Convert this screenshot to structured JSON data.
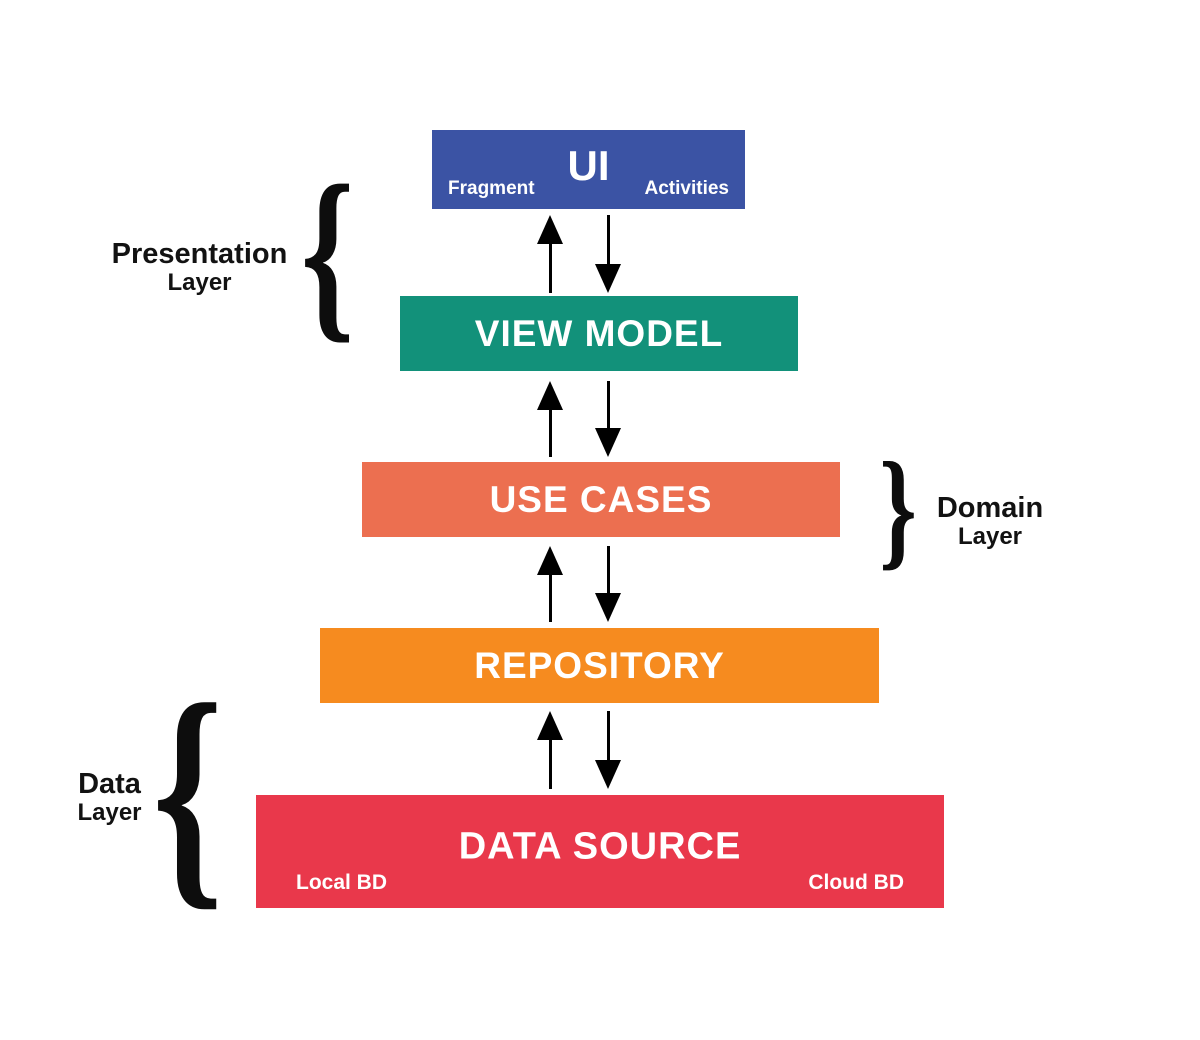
{
  "colors": {
    "ui_box": "#3b53a4",
    "view_model_box": "#12917a",
    "use_cases_box": "#ec6f50",
    "repository_box": "#f68b1f",
    "data_source_box": "#e9384b",
    "text_on_boxes": "#ffffff",
    "annotation_text": "#121212",
    "background": "#ffffff"
  },
  "boxes": [
    {
      "id": "ui",
      "title": "UI",
      "sub_left": "Fragment",
      "sub_right": "Activities",
      "color": "#3b53a4"
    },
    {
      "id": "view-model",
      "title": "VIEW MODEL",
      "color": "#12917a"
    },
    {
      "id": "use-cases",
      "title": "USE CASES",
      "color": "#ec6f50"
    },
    {
      "id": "repository",
      "title": "REPOSITORY",
      "color": "#f68b1f"
    },
    {
      "id": "data-source",
      "title": "DATA SOURCE",
      "sub_left": "Local BD",
      "sub_right": "Cloud BD",
      "color": "#e9384b"
    }
  ],
  "layer_labels": [
    {
      "id": "presentation",
      "name": "Presentation",
      "sub": "Layer",
      "brace": "{",
      "brace_side": "right-of-label"
    },
    {
      "id": "domain",
      "name": "Domain",
      "sub": "Layer",
      "brace": "}",
      "brace_side": "left-of-label"
    },
    {
      "id": "data",
      "name": "Data",
      "sub": "Layer",
      "brace": "{",
      "brace_side": "right-of-label"
    }
  ],
  "arrows": {
    "between_each_pair_of_boxes": 4,
    "left_arrow_direction": "up",
    "right_arrow_direction": "down"
  }
}
